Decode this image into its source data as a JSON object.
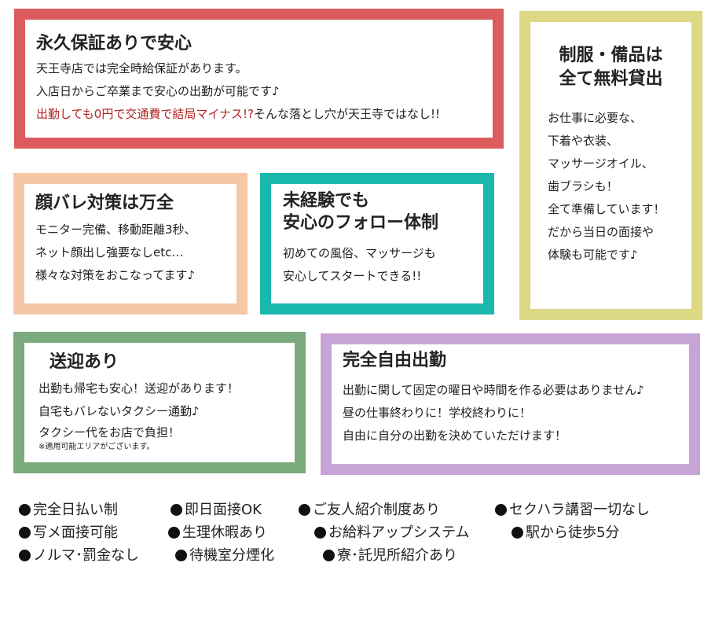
{
  "boxes": [
    {
      "title": "永久保証ありで安心",
      "lines": [
        "天王寺店では完全時給保証があります。",
        "入店日からご卒業まで安心の出勤が可能です♪"
      ],
      "highlight": "出勤しても0円で交通費で結局マイナス!?",
      "tail": "そんな落とし穴が天王寺ではなし!!"
    },
    {
      "title_lines": [
        "制服・備品は",
        "全て無料貸出"
      ],
      "lines": [
        "お仕事に必要な、",
        "下着や衣装、",
        "マッサージオイル、",
        "歯ブラシも！",
        "全て準備しています！",
        "だから当日の面接や",
        "体験も可能です♪"
      ]
    },
    {
      "title": "顔バレ対策は万全",
      "lines": [
        "モニター完備、移動距離3秒、",
        "ネット顔出し強要なしetc…",
        "様々な対策をおこなってます♪"
      ]
    },
    {
      "title_lines": [
        "未経験でも",
        "安心のフォロー体制"
      ],
      "lines": [
        "初めての風俗、マッサージも",
        "安心してスタートできる!!"
      ]
    },
    {
      "title": "送迎あり",
      "lines": [
        "出勤も帰宅も安心！送迎があります！",
        "自宅もバレないタクシー通勤♪",
        "タクシー代をお店で負担！"
      ],
      "note": "※適用可能エリアがございます。"
    },
    {
      "title": "完全自由出勤",
      "lines": [
        "出勤に関して固定の曜日や時間を作る必要はありません♪",
        "昼の仕事終わりに！学校終わりに！",
        "自由に自分の出勤を決めていただけます！"
      ]
    }
  ],
  "features": [
    [
      "完全日払い制",
      "即日面接OK",
      "ご友人紹介制度あり",
      "セクハラ講習一切なし"
    ],
    [
      "写メ面接可能",
      "生理休暇あり",
      "お給料アップシステム",
      "駅から徒歩5分"
    ],
    [
      "ノルマ･罰金なし",
      "待機室分煙化",
      "寮･託児所紹介あり"
    ]
  ],
  "colors": {
    "box1_border": "#dc5b5c",
    "box2_border": "#dcd883",
    "box3_border": "#f5c7a6",
    "box4_border": "#19b7ae",
    "box5_border": "#7aab7d",
    "box6_border": "#c6a5d6",
    "highlight_text": "#b22222"
  }
}
